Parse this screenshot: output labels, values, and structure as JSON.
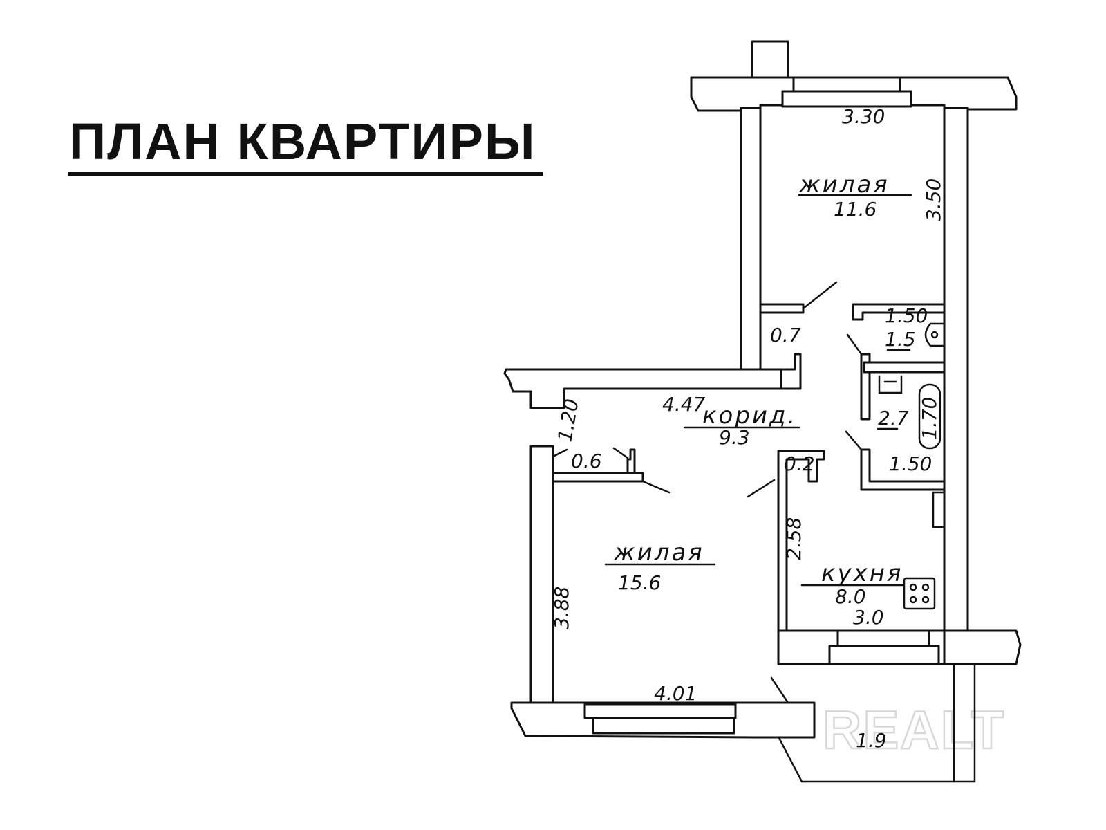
{
  "title": "ПЛАН КВАРТИРЫ",
  "watermark": "REALT",
  "rooms": {
    "living_top": {
      "label": "жилая",
      "area": "11.6",
      "width": "3.30",
      "depth": "3.50"
    },
    "living_bottom": {
      "label": "жилая",
      "area": "15.6",
      "depth": "3.88",
      "width": "4.01"
    },
    "corridor": {
      "label": "корид.",
      "area": "9.3",
      "length": "4.47",
      "niche": "1.20"
    },
    "kitchen": {
      "label": "кухня",
      "area": "8.0",
      "width": "3.0",
      "depth": "2.58"
    },
    "toilet": {
      "area": "1.5",
      "width": "1.50"
    },
    "bathroom": {
      "area": "2.7",
      "width": "1.50",
      "tub": "1.70"
    },
    "closet_top": {
      "area": "0.7"
    },
    "closet_left": {
      "area": "0.6"
    },
    "shaft": {
      "area": "0.2"
    },
    "balcony": {
      "area": "1.9"
    }
  },
  "colors": {
    "ink": "#111111",
    "watermark": "#d8d8d8"
  }
}
